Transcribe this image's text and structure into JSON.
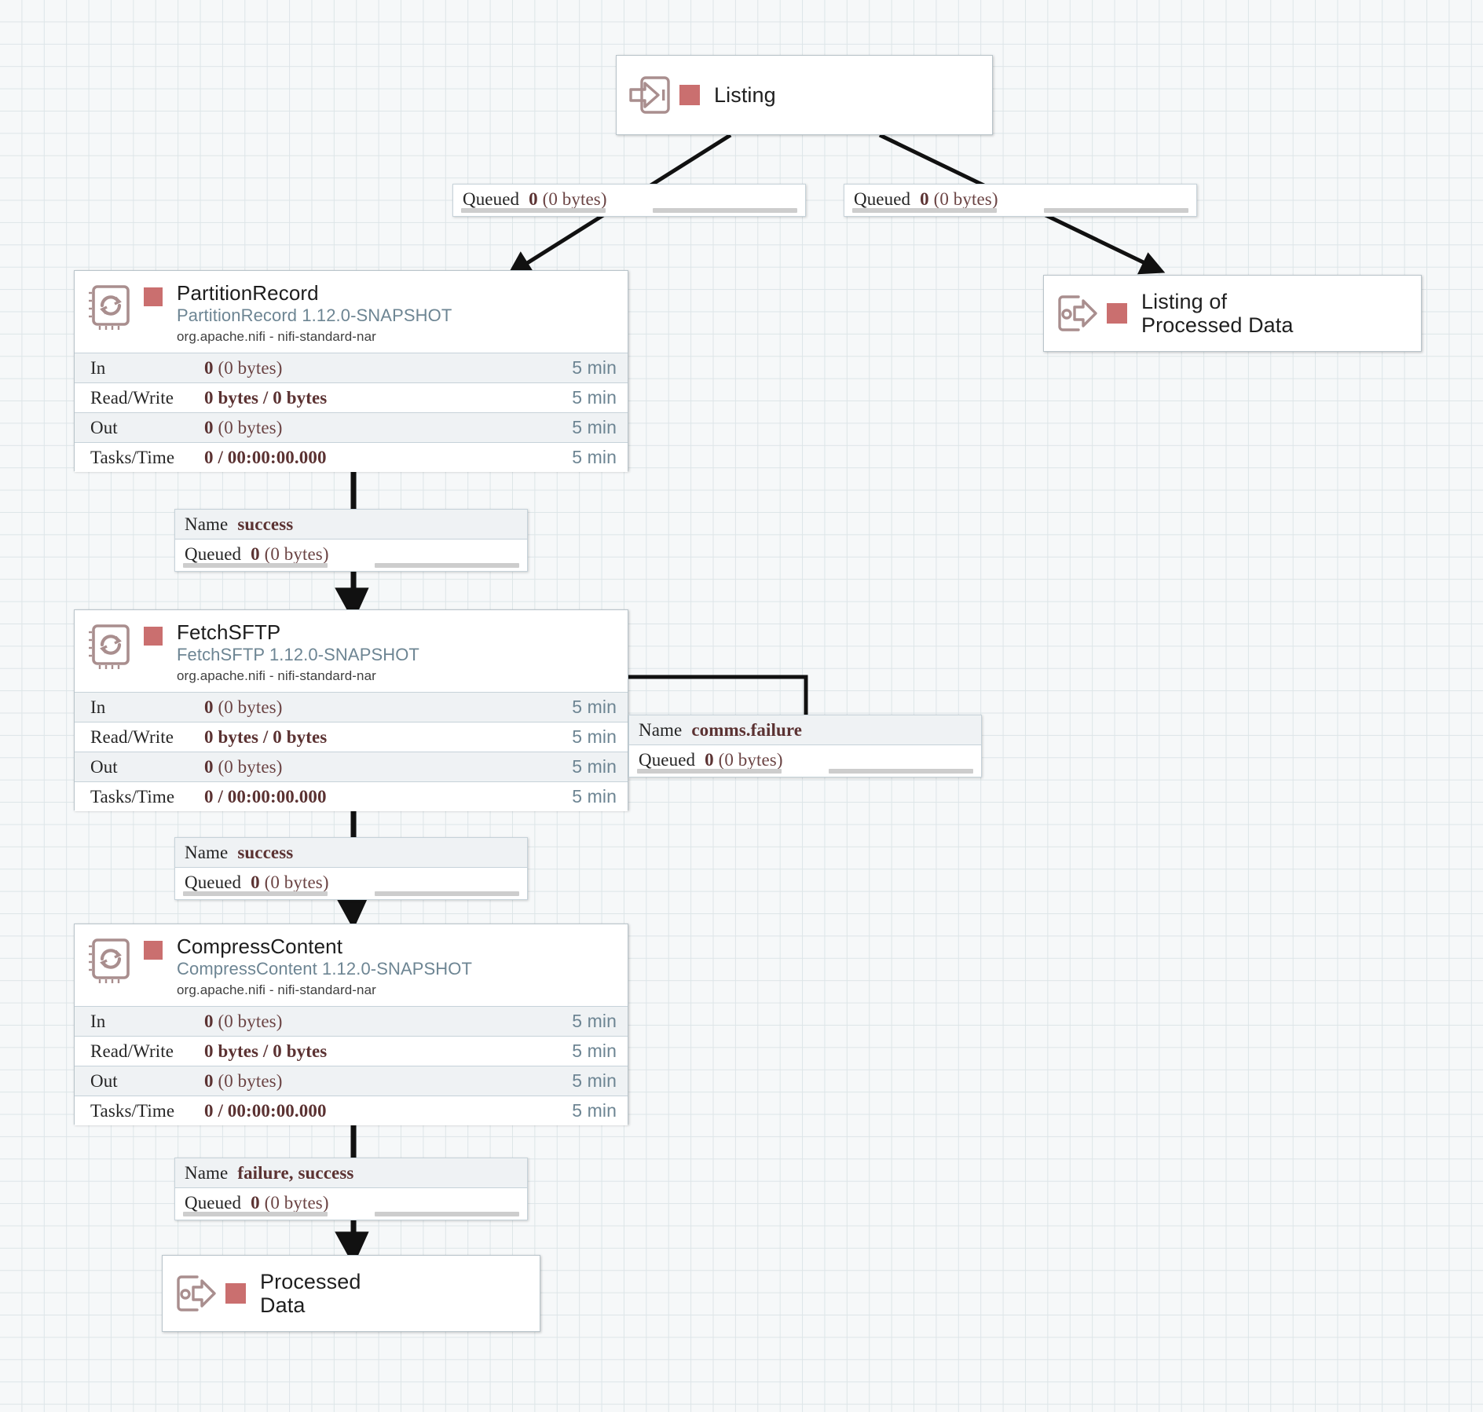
{
  "canvas": {
    "background_color": "#f6f8f9",
    "grid_color": "#dde5e8",
    "accent_color": "#ca6f6f",
    "type_color": "#6d8593",
    "value_color": "#5b3232"
  },
  "nodes": {
    "listing_input_port": {
      "icon": "input-port-icon",
      "label": "Listing",
      "status_color": "#ca6f6f"
    },
    "listing_of_processed_data_port": {
      "icon": "output-port-icon",
      "label": "Listing of\nProcessed Data",
      "status_color": "#ca6f6f"
    },
    "processed_data_port": {
      "icon": "output-port-icon",
      "label": "Processed\nData",
      "status_color": "#ca6f6f"
    },
    "partition_record": {
      "icon": "processor-icon",
      "name": "PartitionRecord",
      "type": "PartitionRecord 1.12.0-SNAPSHOT",
      "bundle": "org.apache.nifi - nifi-standard-nar",
      "status_color": "#ca6f6f",
      "stats": [
        {
          "label": "In",
          "value_bold": "0",
          "value_rest": " (0 bytes)",
          "time": "5 min"
        },
        {
          "label": "Read/Write",
          "value_bold": "0 bytes / 0 bytes",
          "value_rest": "",
          "time": "5 min"
        },
        {
          "label": "Out",
          "value_bold": "0",
          "value_rest": " (0 bytes)",
          "time": "5 min"
        },
        {
          "label": "Tasks/Time",
          "value_bold": "0 / 00:00:00.000",
          "value_rest": "",
          "time": "5 min"
        }
      ]
    },
    "fetch_sftp": {
      "icon": "processor-icon",
      "name": "FetchSFTP",
      "type": "FetchSFTP 1.12.0-SNAPSHOT",
      "bundle": "org.apache.nifi - nifi-standard-nar",
      "status_color": "#ca6f6f",
      "stats": [
        {
          "label": "In",
          "value_bold": "0",
          "value_rest": " (0 bytes)",
          "time": "5 min"
        },
        {
          "label": "Read/Write",
          "value_bold": "0 bytes / 0 bytes",
          "value_rest": "",
          "time": "5 min"
        },
        {
          "label": "Out",
          "value_bold": "0",
          "value_rest": " (0 bytes)",
          "time": "5 min"
        },
        {
          "label": "Tasks/Time",
          "value_bold": "0 / 00:00:00.000",
          "value_rest": "",
          "time": "5 min"
        }
      ]
    },
    "compress_content": {
      "icon": "processor-icon",
      "name": "CompressContent",
      "type": "CompressContent 1.12.0-SNAPSHOT",
      "bundle": "org.apache.nifi - nifi-standard-nar",
      "status_color": "#ca6f6f",
      "stats": [
        {
          "label": "In",
          "value_bold": "0",
          "value_rest": " (0 bytes)",
          "time": "5 min"
        },
        {
          "label": "Read/Write",
          "value_bold": "0 bytes / 0 bytes",
          "value_rest": "",
          "time": "5 min"
        },
        {
          "label": "Out",
          "value_bold": "0",
          "value_rest": " (0 bytes)",
          "time": "5 min"
        },
        {
          "label": "Tasks/Time",
          "value_bold": "0 / 00:00:00.000",
          "value_rest": "",
          "time": "5 min"
        }
      ]
    }
  },
  "connections": {
    "listing_to_partitionrecord": {
      "queued_key": "Queued",
      "queued_bold": "0",
      "queued_rest": " (0 bytes)"
    },
    "listing_to_listing_of_processed_data": {
      "queued_key": "Queued",
      "queued_bold": "0",
      "queued_rest": " (0 bytes)"
    },
    "partitionrecord_to_fetchsftp": {
      "name_key": "Name",
      "name_value": "success",
      "queued_key": "Queued",
      "queued_bold": "0",
      "queued_rest": " (0 bytes)"
    },
    "fetchsftp_comms_failure": {
      "name_key": "Name",
      "name_value": "comms.failure",
      "queued_key": "Queued",
      "queued_bold": "0",
      "queued_rest": " (0 bytes)"
    },
    "fetchsftp_to_compresscontent": {
      "name_key": "Name",
      "name_value": "success",
      "queued_key": "Queued",
      "queued_bold": "0",
      "queued_rest": " (0 bytes)"
    },
    "compresscontent_to_processed_data": {
      "name_key": "Name",
      "name_value": "failure, success",
      "queued_key": "Queued",
      "queued_bold": "0",
      "queued_rest": " (0 bytes)"
    }
  }
}
